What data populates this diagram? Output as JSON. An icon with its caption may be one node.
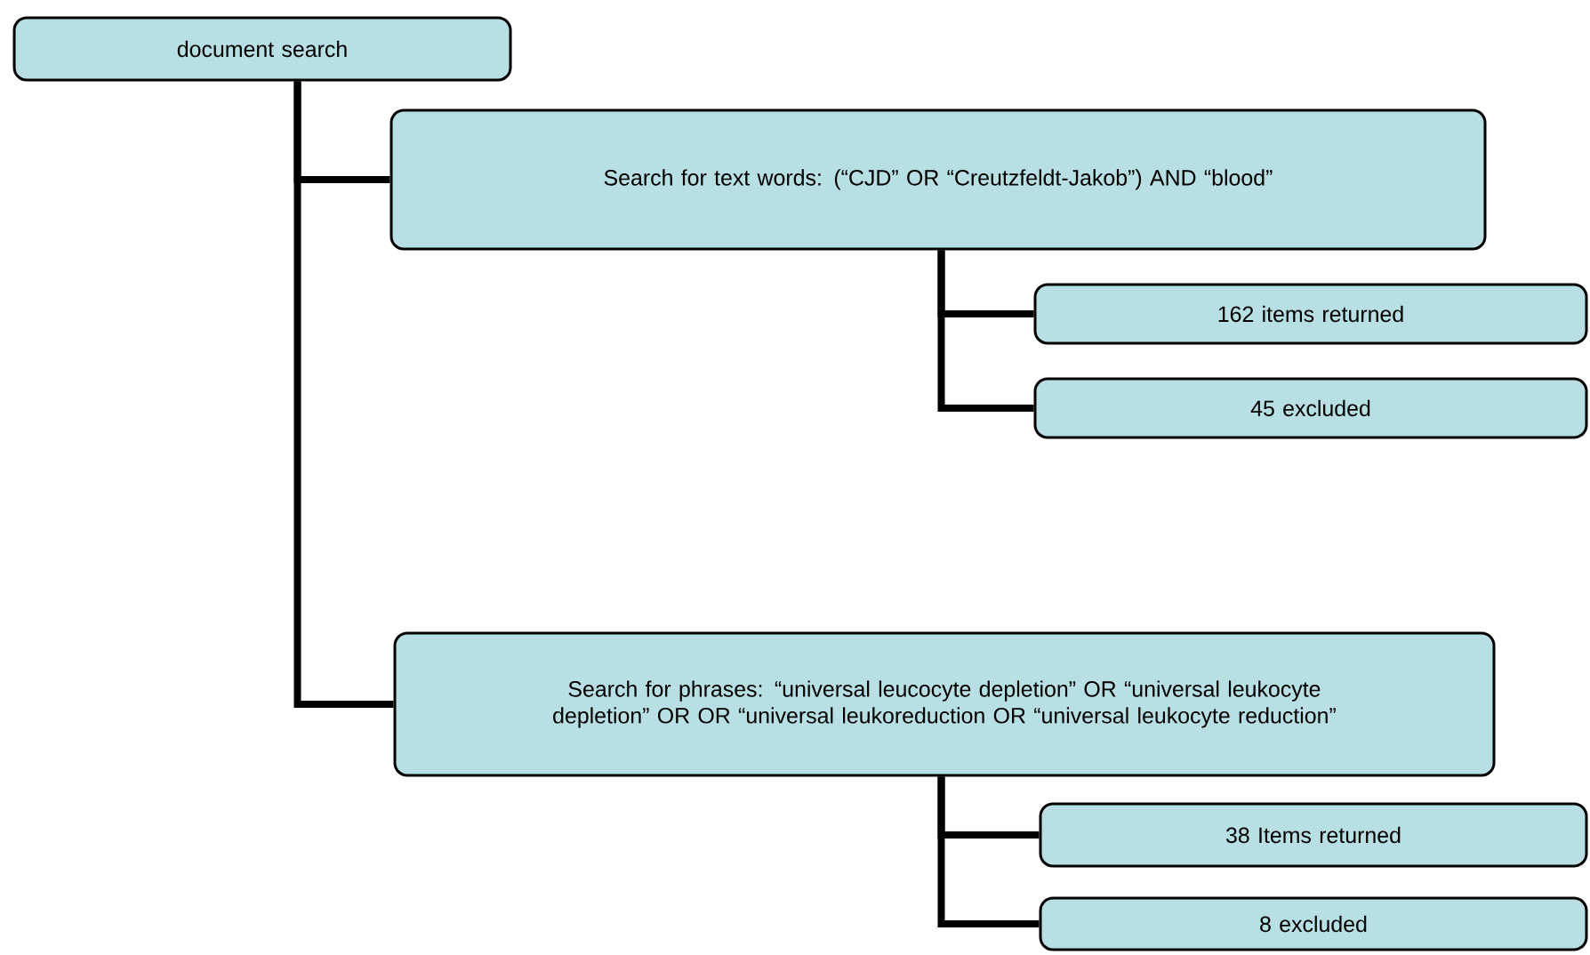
{
  "diagram": {
    "nodes": [
      {
        "text": [
          "document search"
        ]
      },
      {
        "text": [
          "Search for text words: (“CJD” OR “Creutzfeldt-Jakob”) AND “blood”"
        ]
      },
      {
        "text": [
          "162 items returned"
        ]
      },
      {
        "text": [
          "45 excluded"
        ]
      },
      {
        "text": [
          "Search for phrases: “universal leucocyte depletion” OR “universal leukocyte depletion” OR OR “universal leukoreduction OR “universal leukocyte reduction”"
        ]
      },
      {
        "text": [
          "38 Items returned"
        ]
      },
      {
        "text": [
          "8 excluded"
        ]
      }
    ],
    "edges": [
      {
        "from": 0,
        "to": 1,
        "arrow": "none"
      },
      {
        "from": 0,
        "to": 4,
        "arrow": "none"
      },
      {
        "from": 1,
        "to": 2,
        "arrow": "none"
      },
      {
        "from": 1,
        "to": 3,
        "arrow": "none"
      },
      {
        "from": 4,
        "to": 5,
        "arrow": "none"
      },
      {
        "from": 4,
        "to": 6,
        "arrow": "none"
      }
    ]
  }
}
